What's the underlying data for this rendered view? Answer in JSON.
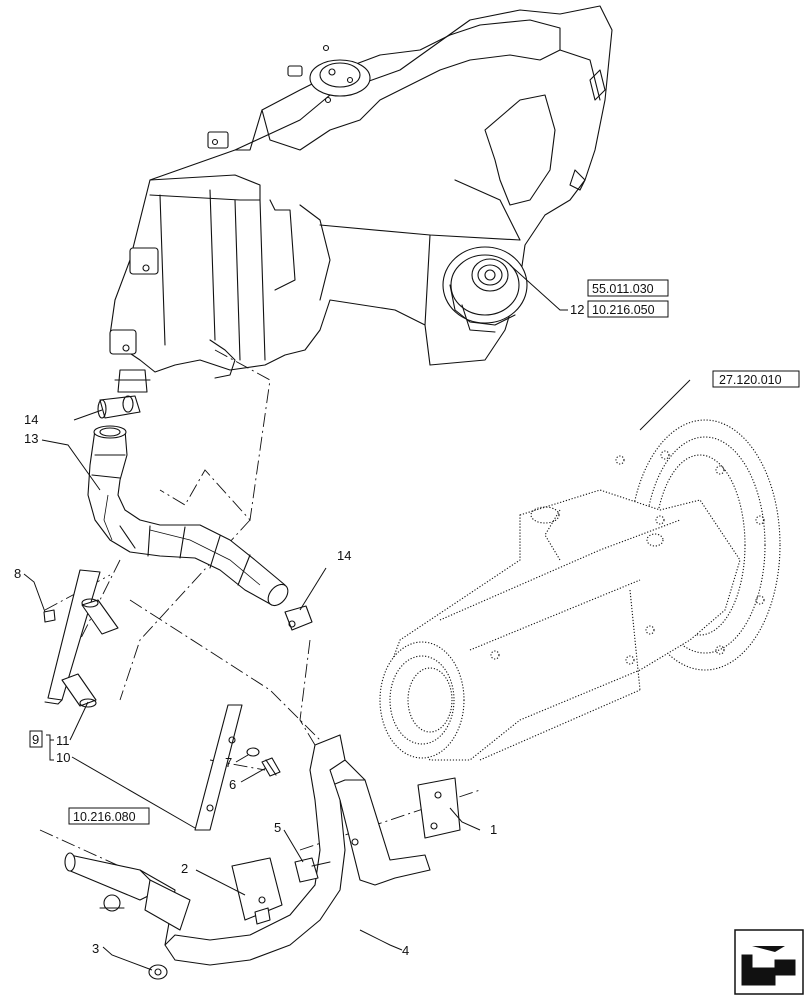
{
  "callouts": {
    "c1": "1",
    "c2": "2",
    "c3": "3",
    "c4": "4",
    "c5": "5",
    "c6": "6",
    "c7": "7",
    "c8": "8",
    "c9": "9",
    "c10": "10",
    "c11": "11",
    "c12": "12",
    "c13": "13",
    "c14a": "14",
    "c14b": "14"
  },
  "references": {
    "ref_tank_top": "55.011.030",
    "ref_tank_cap": "10.216.050",
    "ref_axle": "27.120.010",
    "ref_pipe": "10.216.080"
  },
  "nav_icon": "next-page-arrow-icon"
}
